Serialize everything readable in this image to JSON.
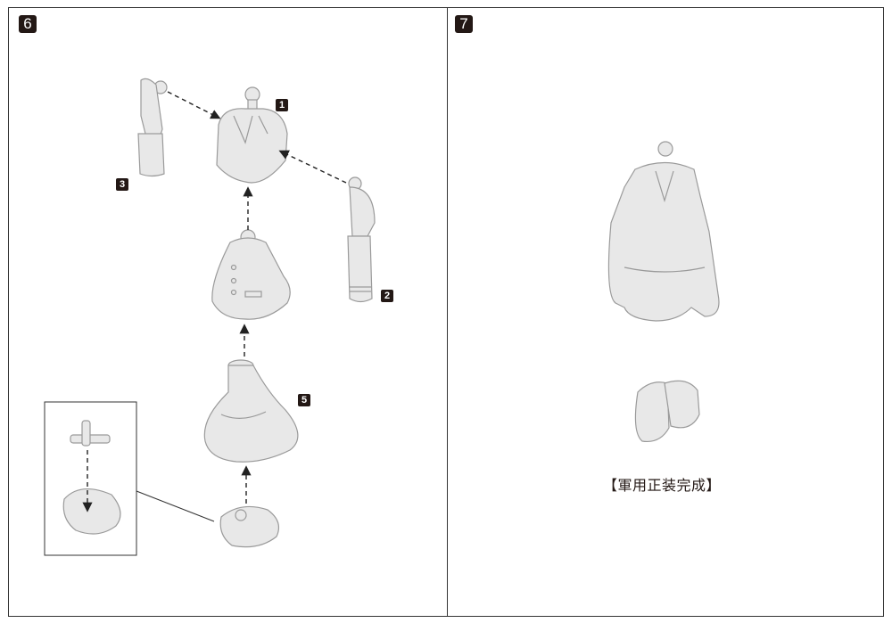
{
  "steps": [
    {
      "number": "6",
      "parts": [
        "1",
        "2",
        "3",
        "5"
      ]
    },
    {
      "number": "7",
      "caption": "【軍用正装完成】"
    }
  ],
  "colors": {
    "badge": "#231815",
    "part_fill": "#e6e6e6",
    "part_stroke": "#9a9a9a"
  }
}
